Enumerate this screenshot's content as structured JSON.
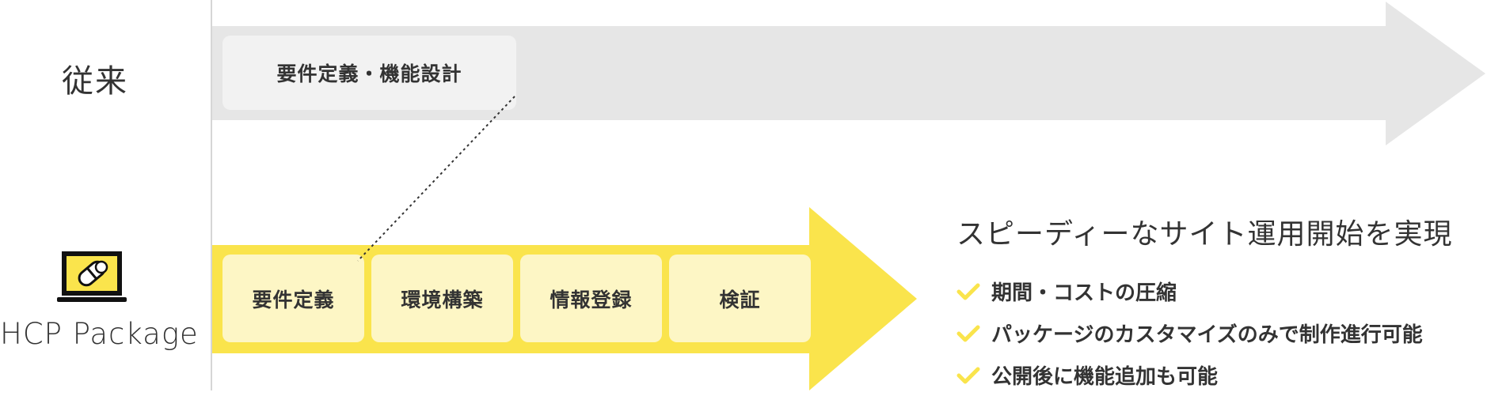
{
  "rows": {
    "conventional": {
      "label": "従来",
      "stage": "要件定義・機能設計"
    },
    "hcp": {
      "label": "HCP Package",
      "stages": [
        "要件定義",
        "環境構築",
        "情報登録",
        "検証"
      ]
    }
  },
  "benefits": {
    "title": "スピーディーなサイト運用開始を実現",
    "items": [
      "期間・コストの圧縮",
      "パッケージのカスタマイズのみで制作進行可能",
      "公開後に機能追加も可能"
    ]
  },
  "colors": {
    "conventional_arrow": "#e6e6e6",
    "hcp_arrow": "#fae44c",
    "stage_box_yellow": "#fdf6c5",
    "stage_box_gray": "#f2f2f2",
    "check": "#fae44c"
  },
  "icons": {
    "hcp": "laptop-icon",
    "benefit": "check-icon"
  }
}
